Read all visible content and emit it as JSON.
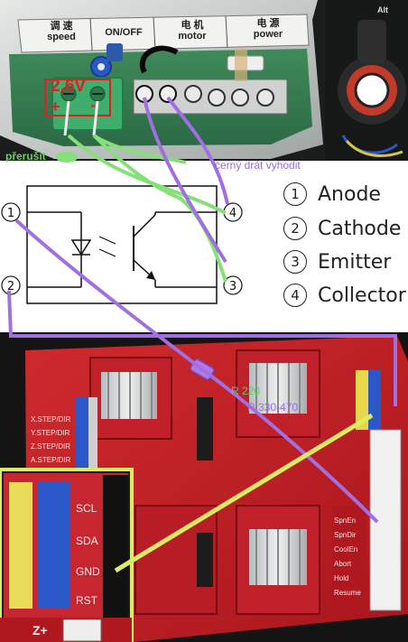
{
  "psu": {
    "labels": [
      {
        "cn": "调 速",
        "en": "speed"
      },
      {
        "cn": "",
        "en": "ON/OFF"
      },
      {
        "cn": "电 机",
        "en": "motor"
      },
      {
        "cn": "电 源",
        "en": "power"
      }
    ],
    "brand": "Alt",
    "voltage_label": "2,6V",
    "plus_label": "+",
    "minus_label": "-",
    "break_label": "přerušit",
    "discard_label": "černý drát vyhodit"
  },
  "optocoupler": {
    "pins": [
      {
        "num": "1",
        "name": "Anode"
      },
      {
        "num": "2",
        "name": "Cathode"
      },
      {
        "num": "3",
        "name": "Emitter"
      },
      {
        "num": "4",
        "name": "Collector"
      }
    ]
  },
  "board": {
    "resistor_label": "R 220",
    "resistor_alt_label": "R 330-470",
    "axis_labels": [
      "X.STEP/DIR",
      "Y.STEP/DIR",
      "Z.STEP/DIR",
      "A.STEP/DIR"
    ],
    "side_labels": [
      "SpnEn",
      "SpnDir",
      "CoolEn",
      "Abort",
      "Hold",
      "Resume"
    ],
    "inset_labels": [
      "SCL",
      "SDA",
      "GND",
      "RST"
    ],
    "inset_bottom_label": "Z+"
  },
  "colors": {
    "wire_green": "#86e07a",
    "wire_violet": "#a070e0",
    "wire_yellow": "#dcec62",
    "voltage_red": "#e02020"
  }
}
